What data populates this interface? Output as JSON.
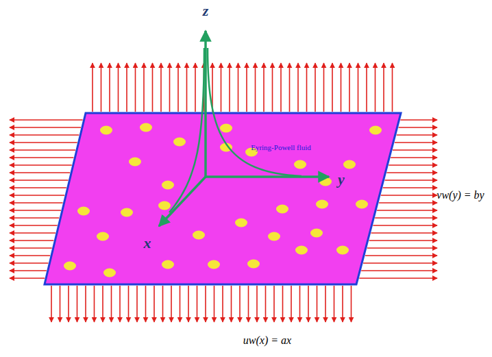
{
  "diagram": {
    "nodes": [
      {
        "text": [
          "Eyring-Powell fluid"
        ]
      }
    ],
    "labels": [
      "z",
      "y",
      "x",
      "vw(y) = by",
      "uw(x) = ax"
    ]
  }
}
